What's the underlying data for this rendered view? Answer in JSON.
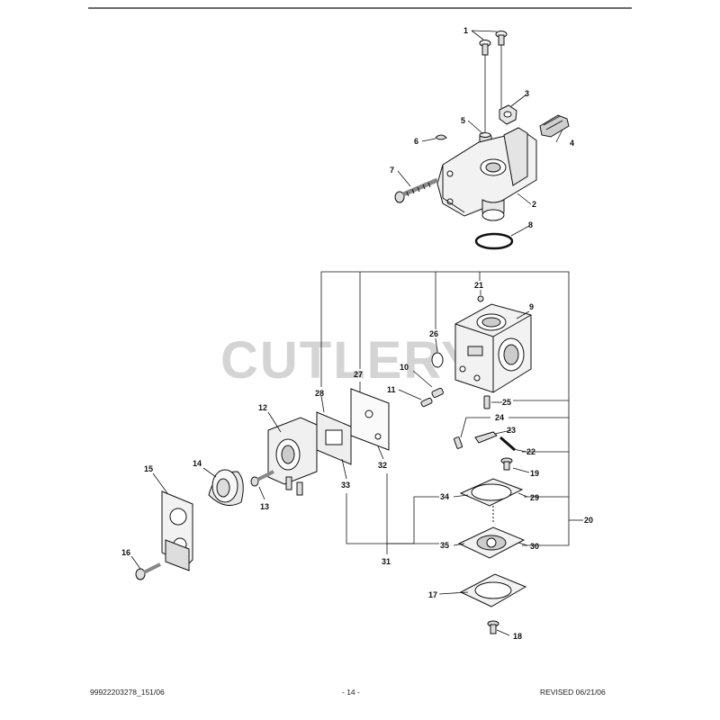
{
  "watermark": "CUTLERY",
  "parts": {
    "p1": "1",
    "p2": "2",
    "p3": "3",
    "p4": "4",
    "p5": "5",
    "p6": "6",
    "p7": "7",
    "p8": "8",
    "p9": "9",
    "p10": "10",
    "p11": "11",
    "p12": "12",
    "p13": "13",
    "p14": "14",
    "p15": "15",
    "p16": "16",
    "p17": "17",
    "p18": "18",
    "p19": "19",
    "p20": "20",
    "p21": "21",
    "p22": "22",
    "p23": "23",
    "p24": "24",
    "p25": "25",
    "p26": "26",
    "p27": "27",
    "p28": "28",
    "p29": "29",
    "p30": "30",
    "p31": "31",
    "p32": "32",
    "p33": "33",
    "p34": "34",
    "p35": "35"
  },
  "footer": {
    "left": "99922203278_151/06",
    "center": "- 14 -",
    "right": "REVISED 06/21/06"
  },
  "colors": {
    "line": "#111111",
    "watermark": "#d0d0d0",
    "fill": "#f4f4f4",
    "shade": "#bdbdbd"
  }
}
